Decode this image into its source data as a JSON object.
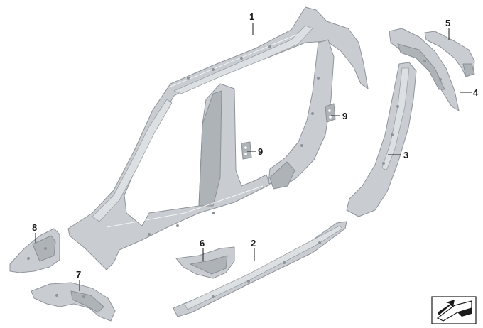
{
  "callouts": [
    {
      "id": "1",
      "label": "1"
    },
    {
      "id": "2",
      "label": "2"
    },
    {
      "id": "3",
      "label": "3"
    },
    {
      "id": "4",
      "label": "4"
    },
    {
      "id": "5",
      "label": "5"
    },
    {
      "id": "6",
      "label": "6"
    },
    {
      "id": "7",
      "label": "7"
    },
    {
      "id": "8",
      "label": "8"
    },
    {
      "id": "9a",
      "label": "9"
    },
    {
      "id": "9b",
      "label": "9"
    }
  ],
  "colors": {
    "part_fill": "#c9cdd1",
    "part_stroke": "#8f959b",
    "label": "#1a1a1a"
  },
  "icons": {
    "view_direction": "arrow-ramp-icon"
  }
}
